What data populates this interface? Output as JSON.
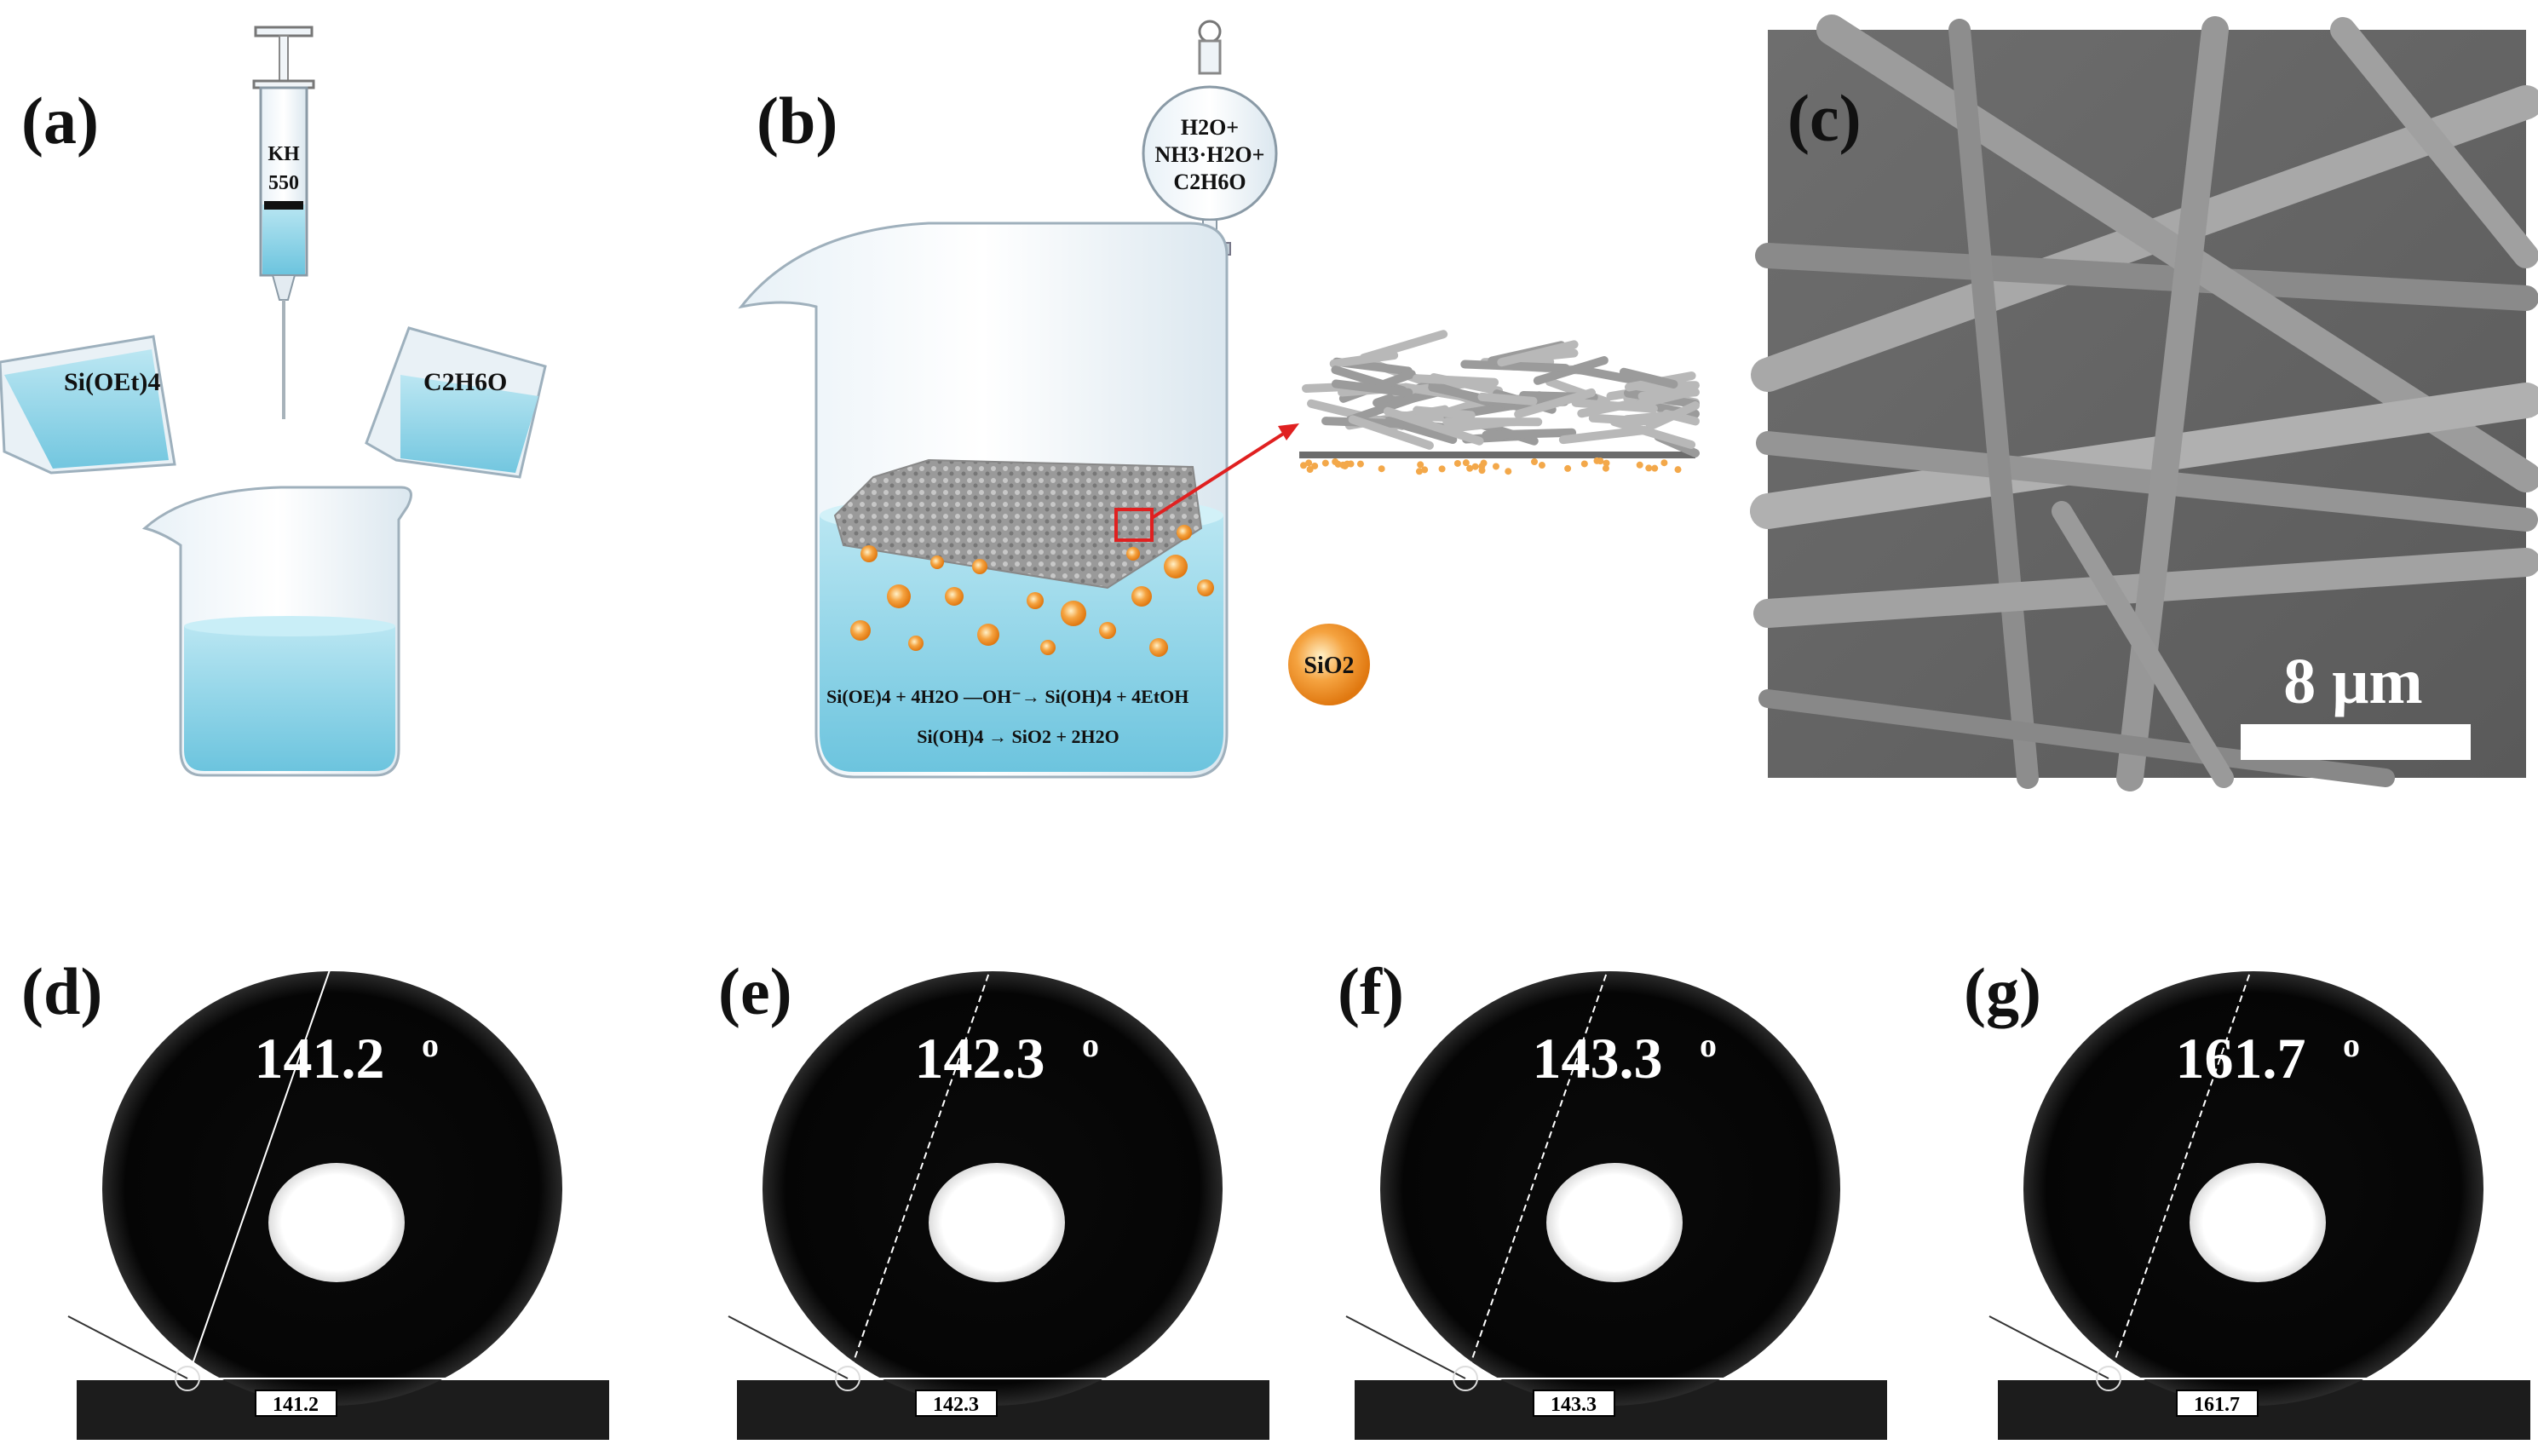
{
  "panels": {
    "a": {
      "label": "(a)",
      "syringe_label_line1": "KH",
      "syringe_label_line2": "550",
      "left_cup_formula": "Si(OEt)4",
      "right_cup_formula": "C2H6O"
    },
    "b": {
      "label": "(b)",
      "funnel_line1": "H2O+",
      "funnel_line2": "NH3·H2O+",
      "funnel_line3": "C2H6O",
      "reaction1": "Si(OE)4 + 4H2O —OH⁻→ Si(OH)4 + 4EtOH",
      "reaction2": "Si(OH)4 → SiO2 + 2H2O",
      "particle_legend": "SiO2"
    },
    "c": {
      "label": "(c)",
      "scale_bar": "8 μm"
    }
  },
  "contact_angles": [
    {
      "label": "(d)",
      "angle": "141.2",
      "degree_mark": "o",
      "readout": "141.2"
    },
    {
      "label": "(e)",
      "angle": "142.3",
      "degree_mark": "o",
      "readout": "142.3"
    },
    {
      "label": "(f)",
      "angle": "143.3",
      "degree_mark": "o",
      "readout": "143.3"
    },
    {
      "label": "(g)",
      "angle": "161.7",
      "degree_mark": "o",
      "readout": "161.7"
    }
  ],
  "colors": {
    "liquid": "#8fd3e6",
    "liquid_deep": "#5fbcd8",
    "glass": "#cfdde8",
    "particle": "#f08a24",
    "arrow": "#e02020",
    "sem_bg": "#7a7a7a",
    "droplet": "#070707",
    "substrate": "#1a1a1a"
  }
}
